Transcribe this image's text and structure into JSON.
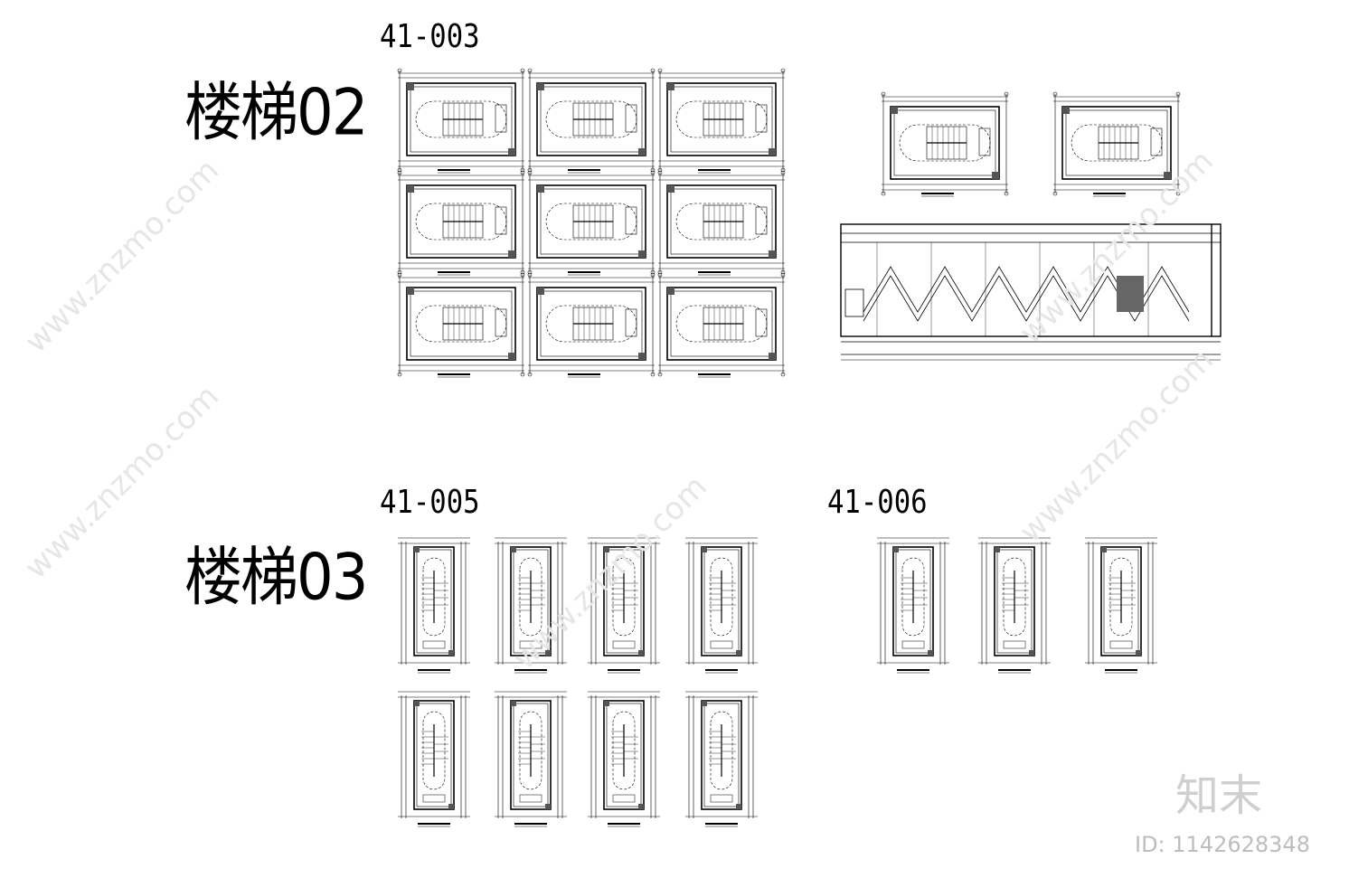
{
  "groups": {
    "stair02": {
      "title": "楼梯02",
      "sheet_a": "41-003"
    },
    "stair03": {
      "title": "楼梯03",
      "sheet_a": "41-005",
      "sheet_b": "41-006"
    }
  },
  "watermark": {
    "site": "www.znzmo.com",
    "brand": "知末",
    "id_text": "ID: 1142628348"
  }
}
